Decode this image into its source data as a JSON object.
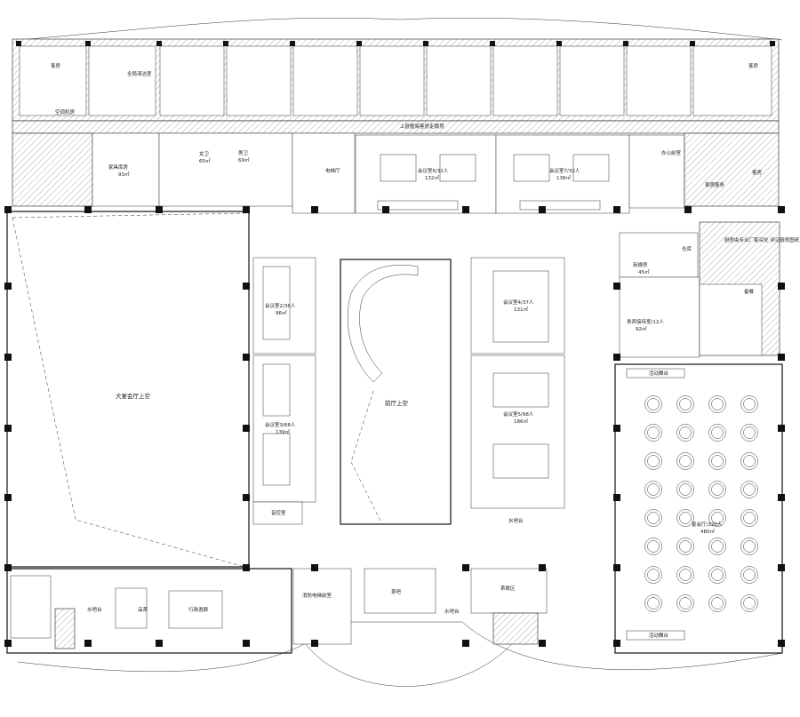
{
  "labels": {
    "guest_room_left": "客房",
    "cleaning_room": "全局清洁室",
    "dressing_room": "空调机房",
    "guest_room_right": "客房",
    "corridor_top": "上层框架客房走廊顶",
    "furniture_store": "家具库房",
    "furniture_area": "93㎡",
    "toilet_f": "女卫",
    "toilet_f_area": "65㎡",
    "toilet_m": "男卫",
    "toilet_m_area": "69㎡",
    "elevator_hall": "电梯厅",
    "mtg6": "会议室6/32人",
    "mtg6_area": "132㎡",
    "mtg7": "会议室7/32人",
    "mtg7_area": "138㎡",
    "office": "办公前室",
    "guest_service": "客房服务",
    "guest_room_corner": "客房",
    "mtg2": "会议室2/36人",
    "mtg2_area": "96㎡",
    "mtg3": "会议室3/68人",
    "mtg3_area": "139㎡",
    "audio": "音控室",
    "grand_hall": "大宴会厅上空",
    "lobby_void": "前厅上空",
    "mtg4": "会议室4/37人",
    "mtg4_area": "131㎡",
    "mtg5": "会议室5/98人",
    "mtg5_area": "186㎡",
    "water_bar": "水吧台",
    "storage": "仓库",
    "bride_room": "新娘房",
    "bride_area": "45㎡",
    "vip_room": "贵宾接待室/12人",
    "vip_area": "92㎡",
    "prep": "备餐",
    "kitchen_note": "厨房由专业厂家深化 详见厨房图纸",
    "banquet": "宴会厅/320人",
    "banquet_area": "480㎡",
    "stage_top": "活动舞台",
    "stage_bottom": "活动舞台",
    "tea_area": "品茶",
    "lounge": "行政酒廊",
    "water_bar_left": "水吧台",
    "fire_control": "消防电梯前室",
    "tea_bar": "茶吧",
    "tea_zone": "茶歇区",
    "water_bar_2": "水吧台"
  },
  "colors": {
    "line": "#111111",
    "hatch": "#555555",
    "background": "#ffffff"
  }
}
